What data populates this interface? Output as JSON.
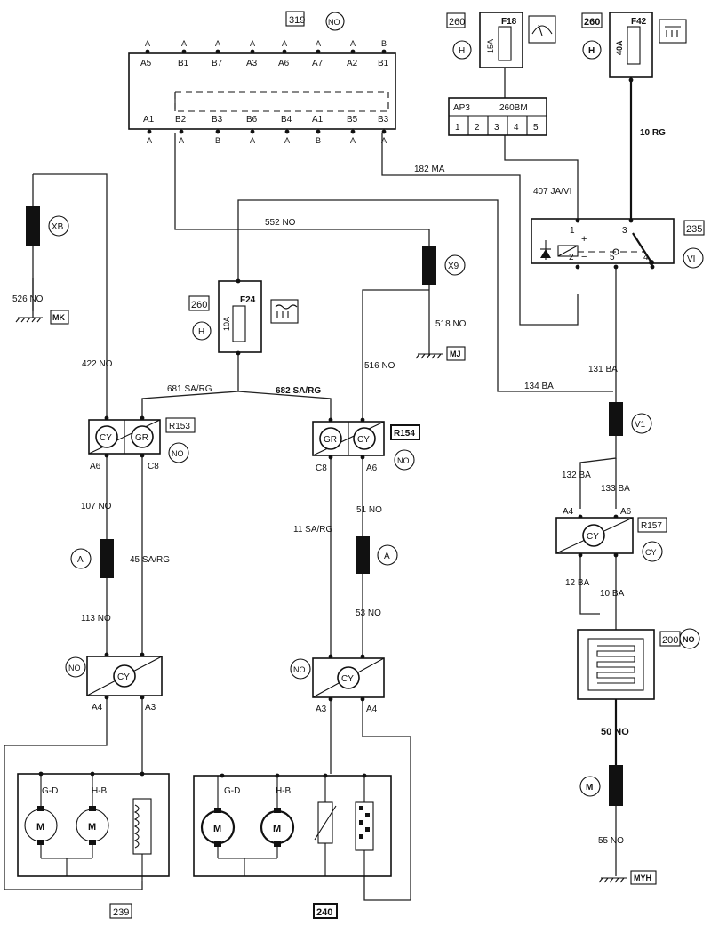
{
  "labels": {
    "comp_319": "319",
    "no": "NO",
    "comp_319_top_pins": [
      "A5",
      "B1",
      "B7",
      "A3",
      "A6",
      "A7",
      "A2",
      "B1"
    ],
    "comp_319_top_letters": [
      "A",
      "A",
      "A",
      "A",
      "A",
      "A",
      "A",
      "B"
    ],
    "comp_319_bot_pins": [
      "A1",
      "B2",
      "B3",
      "B6",
      "B4",
      "A1",
      "B5",
      "B3"
    ],
    "comp_319_bot_letters": [
      "A",
      "A",
      "B",
      "A",
      "A",
      "B",
      "A",
      "A"
    ],
    "comp_260": "260",
    "h": "H",
    "fuse_f18": "F18",
    "f18_rating": "15A",
    "fuse_f42": "F42",
    "f42_rating": "40A",
    "fuse_f24": "F24",
    "f24_rating": "10A",
    "ap3": "AP3",
    "ap_260bm": "260BM",
    "ap_pins": [
      "1",
      "2",
      "3",
      "4",
      "5"
    ],
    "wire_10rg": "10 RG",
    "wire_182ma": "182 MA",
    "wire_407": "407 JA/VI",
    "wire_552": "552 NO",
    "wire_526": "526 NO",
    "wire_518": "518 NO",
    "wire_422": "422 NO",
    "wire_516": "516 NO",
    "wire_681": "681 SA/RG",
    "wire_682": "682 SA/RG",
    "wire_134": "134 BA",
    "wire_131": "131 BA",
    "wire_132": "132 BA",
    "wire_133": "133 BA",
    "wire_107": "107 NO",
    "wire_45": "45 SA/RG",
    "wire_113": "113 NO",
    "wire_11": "11 SA/RG",
    "wire_51": "51 NO",
    "wire_53": "53 NO",
    "wire_12": "12 BA",
    "wire_10ba": "10 BA",
    "wire_50": "50 NO",
    "wire_55": "55 NO",
    "xb": "XB",
    "x9": "X9",
    "v1": "V1",
    "a": "A",
    "m": "M",
    "mk": "MK",
    "mj": "MJ",
    "myh": "MYH",
    "relay_235": "235",
    "vi": "VI",
    "relay_pins": [
      "1",
      "3",
      "2",
      "5",
      "4"
    ],
    "plus": "+",
    "minus": "−",
    "r153": "R153",
    "r154": "R154",
    "r157": "R157",
    "cy": "CY",
    "gr": "GR",
    "a6": "A6",
    "c8": "C8",
    "a4": "A4",
    "a3": "A3",
    "comp_200": "200",
    "comp_239": "239",
    "comp_240": "240",
    "gd": "G-D",
    "hb": "H-B",
    "motor": "M"
  },
  "colors": {
    "ink": "#111111",
    "paper": "#ffffff"
  },
  "icons": [
    "fuse-icon",
    "gauge-icon",
    "defrost-icon",
    "relay-coil-icon",
    "diode-icon",
    "switch-icon",
    "motor-icon",
    "heater-element-icon",
    "resistor-icon",
    "ground-icon",
    "connector-block-icon"
  ]
}
